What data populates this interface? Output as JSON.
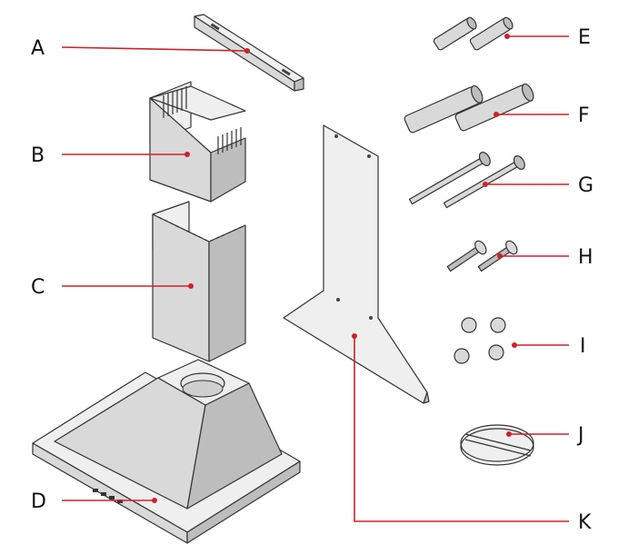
{
  "diagram": {
    "parts": [
      {
        "key": "A",
        "label": "A",
        "icon": "mounting-bracket-icon"
      },
      {
        "key": "B",
        "label": "B",
        "icon": "upper-chimney-icon"
      },
      {
        "key": "C",
        "label": "C",
        "icon": "lower-chimney-icon"
      },
      {
        "key": "D",
        "label": "D",
        "icon": "hood-body-icon"
      },
      {
        "key": "E",
        "label": "E",
        "icon": "small-wall-plug-icon"
      },
      {
        "key": "F",
        "label": "F",
        "icon": "large-wall-plug-icon"
      },
      {
        "key": "G",
        "label": "G",
        "icon": "long-screw-icon"
      },
      {
        "key": "H",
        "label": "H",
        "icon": "short-screw-icon"
      },
      {
        "key": "I",
        "label": "I",
        "icon": "small-screws-icon"
      },
      {
        "key": "J",
        "label": "J",
        "icon": "flange-cover-icon"
      },
      {
        "key": "K",
        "label": "K",
        "icon": "back-panel-icon"
      }
    ],
    "colors": {
      "leader": "#d0202a",
      "outline": "#333333",
      "steel": "#d9d9d9"
    }
  }
}
